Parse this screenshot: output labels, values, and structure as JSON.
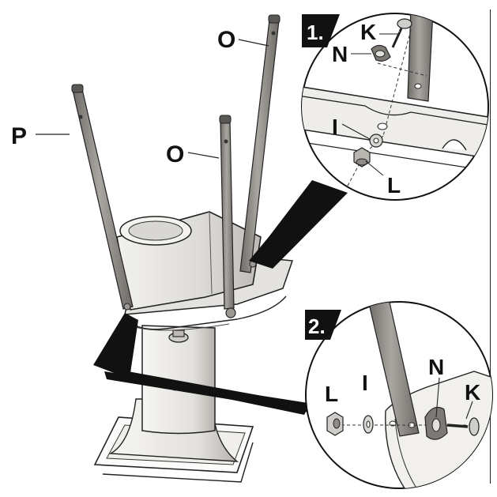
{
  "labels": {
    "leg_front": "O",
    "leg_back": "O",
    "leg_side": "P",
    "d1_bolt": "K",
    "d1_cap": "N",
    "d1_washer": "I",
    "d1_nut": "L",
    "d2_nut": "L",
    "d2_washer": "I",
    "d2_cap": "N",
    "d2_bolt": "K"
  },
  "steps": {
    "one": "1.",
    "two": "2."
  },
  "colors": {
    "tube": "#8e8b87",
    "tube_edge": "#2a2a2a",
    "metal_light": "#e9e7e3",
    "metal_shade": "#b9b6b1",
    "ink": "#111111"
  }
}
